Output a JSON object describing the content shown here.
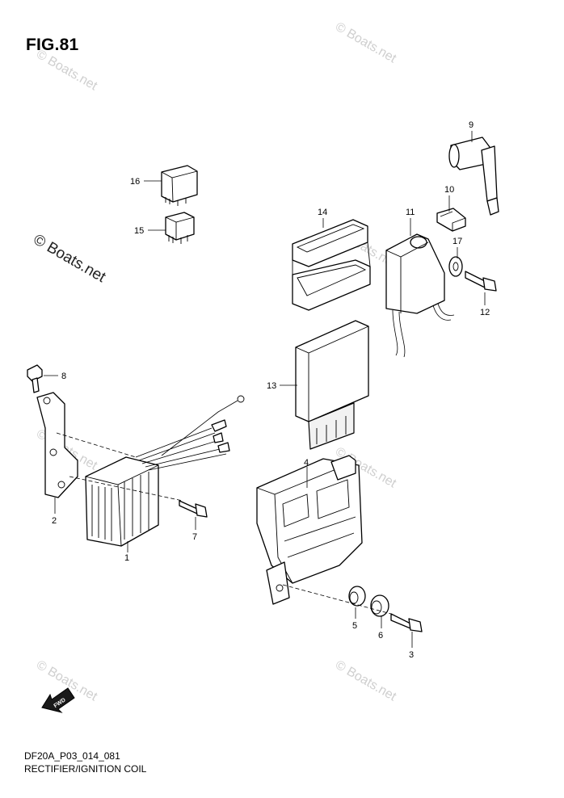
{
  "figure": {
    "title": "FIG.81",
    "code": "DF20A_P03_014_081",
    "caption": "RECTIFIER/IGNITION COIL"
  },
  "watermarks": {
    "small": "© Boats.net",
    "large": "© Boats.net"
  },
  "fwd_badge": "FWD",
  "callouts": [
    "1",
    "2",
    "3",
    "4",
    "5",
    "6",
    "7",
    "8",
    "9",
    "10",
    "11",
    "12",
    "13",
    "14",
    "15",
    "16",
    "17"
  ]
}
